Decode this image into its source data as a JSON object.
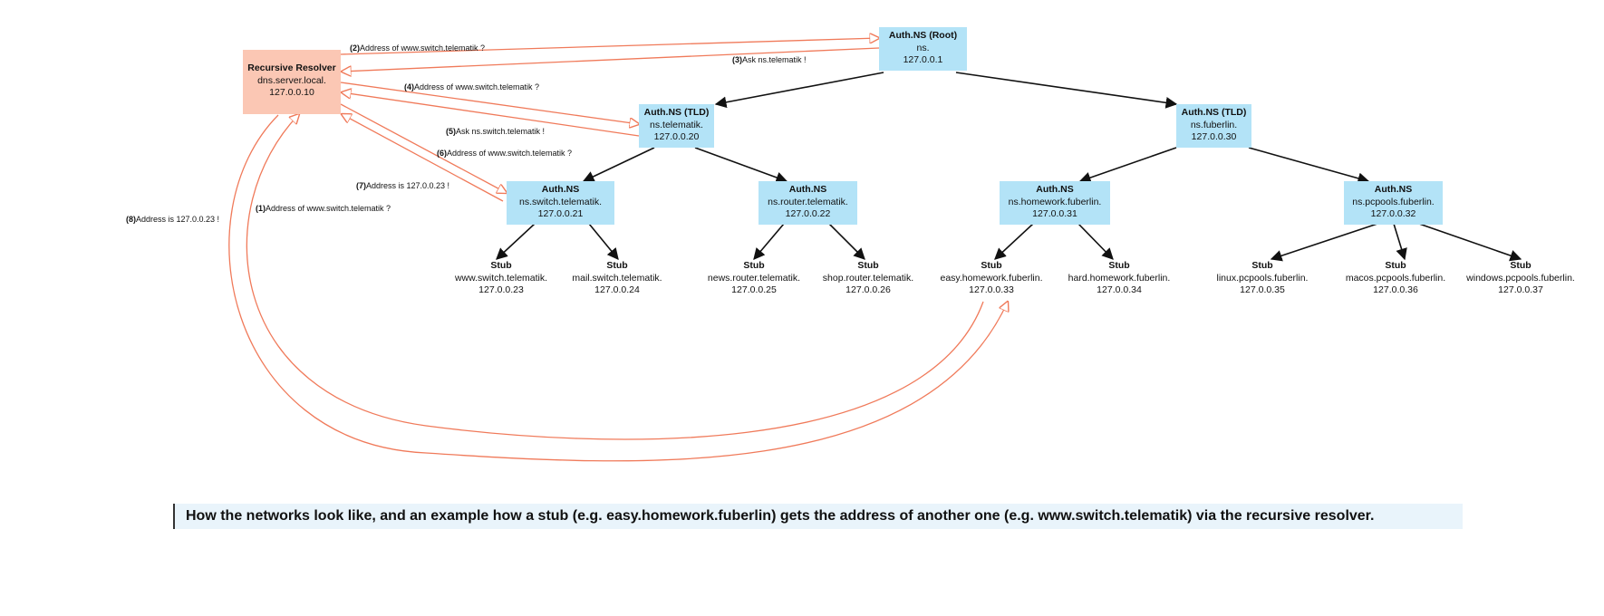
{
  "nodes": {
    "resolver": {
      "title": "Recursive Resolver",
      "name": "dns.server.local.",
      "ip": "127.0.0.10"
    },
    "root": {
      "title": "Auth.NS (Root)",
      "name": "ns.",
      "ip": "127.0.0.1"
    },
    "tld_telematik": {
      "title": "Auth.NS (TLD)",
      "name": "ns.telematik.",
      "ip": "127.0.0.20"
    },
    "tld_fuberlin": {
      "title": "Auth.NS (TLD)",
      "name": "ns.fuberlin.",
      "ip": "127.0.0.30"
    },
    "ns_switch": {
      "title": "Auth.NS",
      "name": "ns.switch.telematik.",
      "ip": "127.0.0.21"
    },
    "ns_router": {
      "title": "Auth.NS",
      "name": "ns.router.telematik.",
      "ip": "127.0.0.22"
    },
    "ns_homework": {
      "title": "Auth.NS",
      "name": "ns.homework.fuberlin.",
      "ip": "127.0.0.31"
    },
    "ns_pcpools": {
      "title": "Auth.NS",
      "name": "ns.pcpools.fuberlin.",
      "ip": "127.0.0.32"
    }
  },
  "stubs": [
    {
      "title": "Stub",
      "name": "www.switch.telematik.",
      "ip": "127.0.0.23"
    },
    {
      "title": "Stub",
      "name": "mail.switch.telematik.",
      "ip": "127.0.0.24"
    },
    {
      "title": "Stub",
      "name": "news.router.telematik.",
      "ip": "127.0.0.25"
    },
    {
      "title": "Stub",
      "name": "shop.router.telematik.",
      "ip": "127.0.0.26"
    },
    {
      "title": "Stub",
      "name": "easy.homework.fuberlin.",
      "ip": "127.0.0.33"
    },
    {
      "title": "Stub",
      "name": "hard.homework.fuberlin.",
      "ip": "127.0.0.34"
    },
    {
      "title": "Stub",
      "name": "linux.pcpools.fuberlin.",
      "ip": "127.0.0.35"
    },
    {
      "title": "Stub",
      "name": "macos.pcpools.fuberlin.",
      "ip": "127.0.0.36"
    },
    {
      "title": "Stub",
      "name": "windows.pcpools.fuberlin.",
      "ip": "127.0.0.37"
    }
  ],
  "steps": [
    {
      "num": "(1)",
      "text": "Address of www.switch.telematik ?"
    },
    {
      "num": "(2)",
      "text": "Address of www.switch.telematik ?"
    },
    {
      "num": "(3)",
      "text": "Ask ns.telematik !"
    },
    {
      "num": "(4)",
      "text": "Address of www.switch.telematik ?"
    },
    {
      "num": "(5)",
      "text": "Ask ns.switch.telematik !"
    },
    {
      "num": "(6)",
      "text": "Address of www.switch.telematik ?"
    },
    {
      "num": "(7)",
      "text": "Address is 127.0.0.23 !"
    },
    {
      "num": "(8)",
      "text": "Address is 127.0.0.23 !"
    }
  ],
  "caption": "How the networks look like, and an example how a stub (e.g. easy.homework.fuberlin) gets the address of another one (e.g. www.switch.telematik) via the recursive resolver.",
  "colors": {
    "ns_fill": "#b3e3f7",
    "resolver_fill": "#fbc7b4",
    "query_arrow": "#f07a5a",
    "tree_edge": "#111111"
  }
}
